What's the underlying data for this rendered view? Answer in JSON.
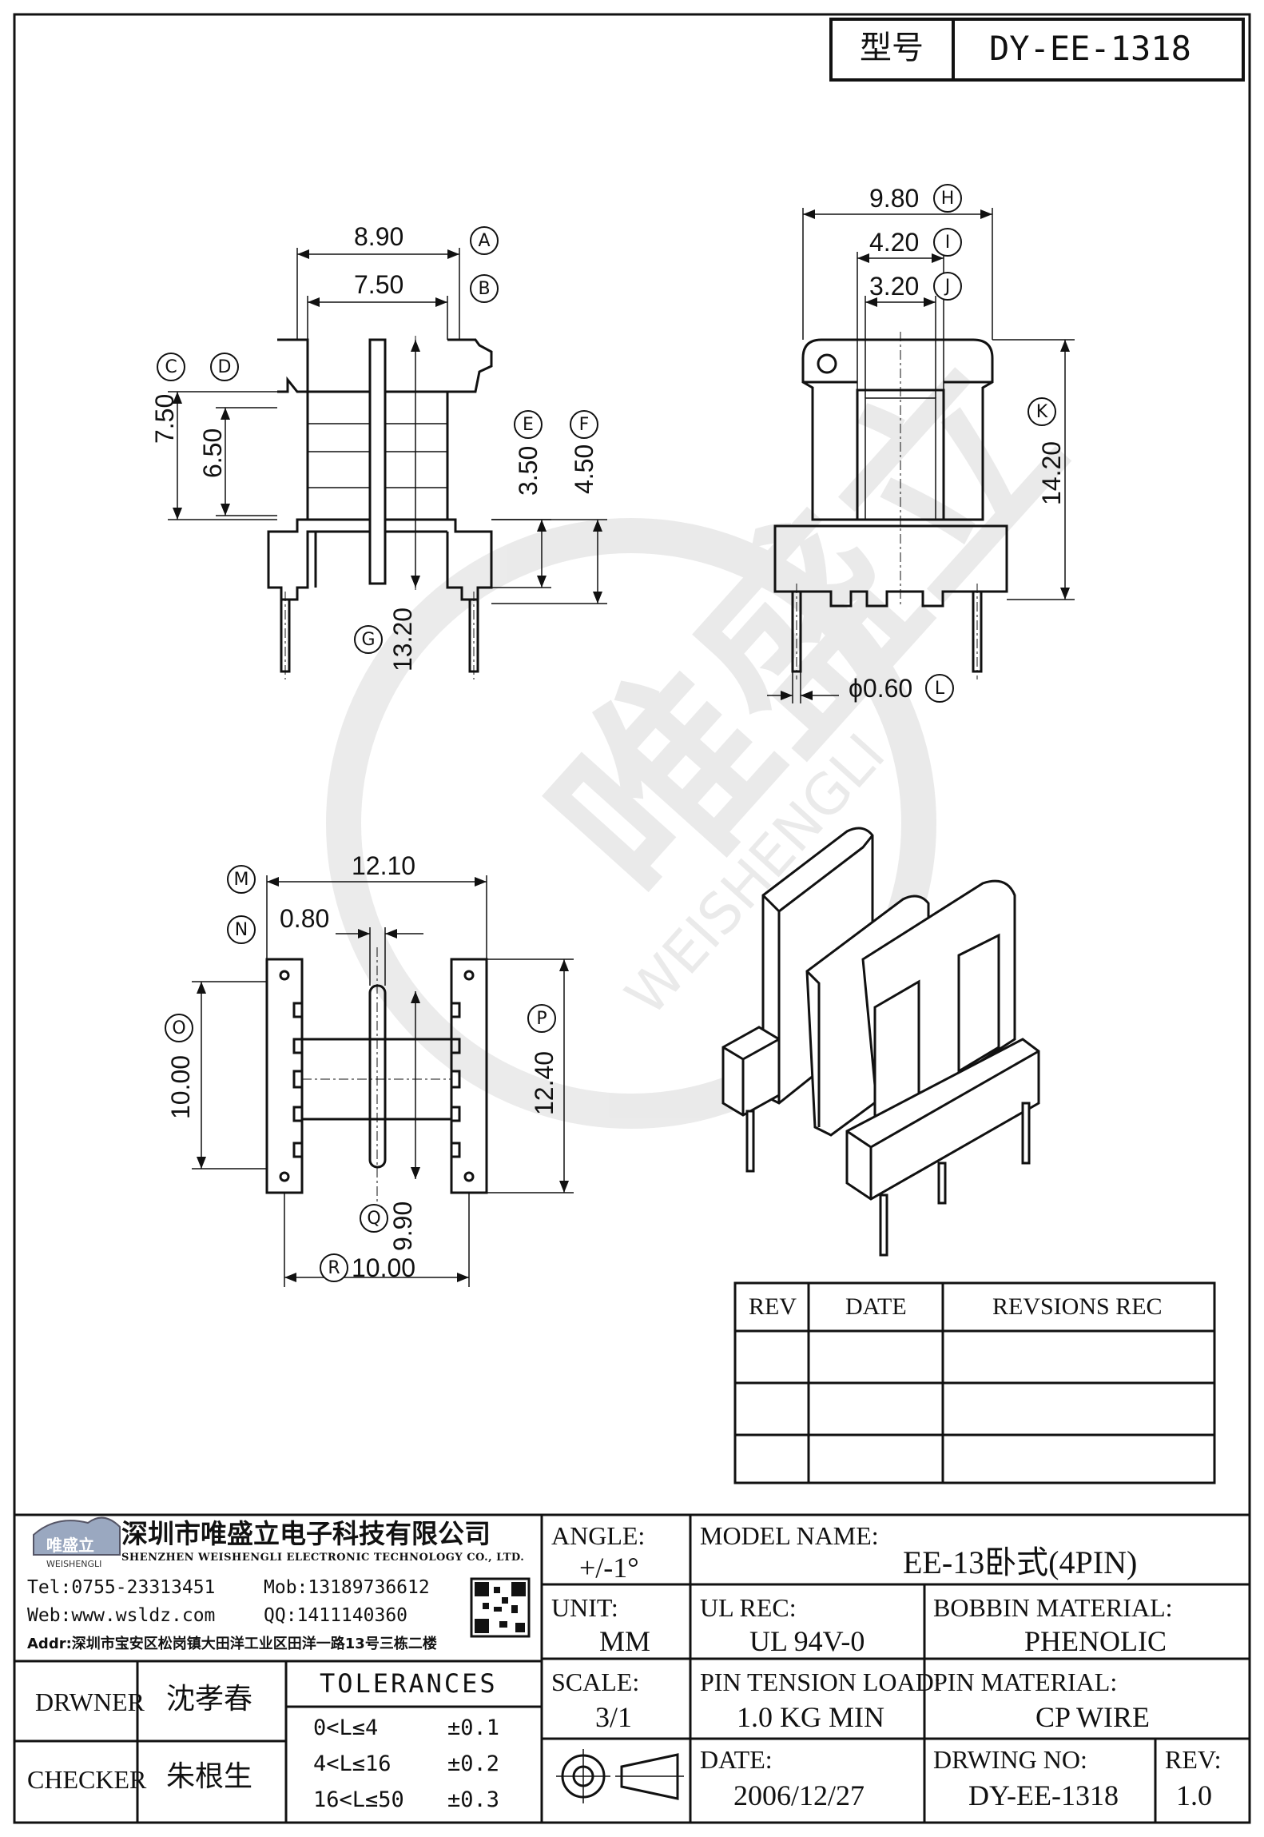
{
  "header": {
    "model_label": "型号",
    "model_value": "DY-EE-1318"
  },
  "views": {
    "front": {
      "dims": {
        "A": "8.90",
        "B": "7.50",
        "C": "7.50",
        "D": "6.50",
        "E": "3.50",
        "F": "4.50",
        "G": "13.20"
      },
      "balloons": {
        "A": "A",
        "B": "B",
        "C": "C",
        "D": "D",
        "E": "E",
        "F": "F",
        "G": "G"
      }
    },
    "side": {
      "dims": {
        "H": "9.80",
        "I": "4.20",
        "J": "3.20",
        "K": "14.20",
        "L": "ϕ0.60"
      },
      "balloons": {
        "H": "H",
        "I": "I",
        "J": "J",
        "K": "K",
        "L": "L"
      }
    },
    "bottom": {
      "dims": {
        "M": "12.10",
        "N": "0.80",
        "O": "10.00",
        "P": "12.40",
        "Q": "9.90",
        "R": "10.00"
      },
      "balloons": {
        "M": "M",
        "N": "N",
        "O": "O",
        "P": "P",
        "Q": "Q",
        "R": "R"
      }
    }
  },
  "watermark": {
    "cn": "唯盛立",
    "en": "WEISHENGLI"
  },
  "revision_table": {
    "headers": [
      "REV",
      "DATE",
      "REVSIONS REC"
    ],
    "rows": [
      [
        "",
        "",
        ""
      ],
      [
        "",
        "",
        ""
      ],
      [
        "",
        "",
        ""
      ]
    ]
  },
  "company": {
    "logo_cn": "唯盛立",
    "logo_en": "WEISHENGLI",
    "name_cn": "深圳市唯盛立电子科技有限公司",
    "name_en": "SHENZHEN WEISHENGLI ELECTRONIC TECHNOLOGY CO., LTD.",
    "tel": "Tel:0755-23313451",
    "mob": "Mob:13189736612",
    "web": "Web:www.wsldz.com",
    "qq": "QQ:1411140360",
    "addr": "Addr:深圳市宝安区松岗镇大田洋工业区田洋一路13号三栋二楼"
  },
  "title_block": {
    "angle_label": "ANGLE:",
    "angle_value": "+/-1°",
    "model_name_label": "MODEL NAME:",
    "model_name_value": "EE-13卧式(4PIN)",
    "unit_label": "UNIT:",
    "unit_value": "MM",
    "ul_label": "UL REC:",
    "ul_value": "UL 94V-0",
    "bobbin_label": "BOBBIN MATERIAL:",
    "bobbin_value": "PHENOLIC",
    "scale_label": "SCALE:",
    "scale_value": "3/1",
    "pin_tension_label": "PIN TENSION LOAD:",
    "pin_tension_value": "1.0 KG MIN",
    "pin_material_label": "PIN MATERIAL:",
    "pin_material_value": "CP WIRE",
    "date_label": "DATE:",
    "date_value": "2006/12/27",
    "drawing_no_label": "DRWING NO:",
    "drawing_no_value": "DY-EE-1318",
    "rev_label": "REV:",
    "rev_value": "1.0",
    "drawer_label": "DRWNER",
    "drawer_value": "沈孝春",
    "checker_label": "CHECKER",
    "checker_value": "朱根生",
    "tolerances_label": "TOLERANCES",
    "tolerances": [
      {
        "range": "0<L≤4",
        "tol": "±0.1"
      },
      {
        "range": "4<L≤16",
        "tol": "±0.2"
      },
      {
        "range": "16<L≤50",
        "tol": "±0.3"
      }
    ]
  }
}
